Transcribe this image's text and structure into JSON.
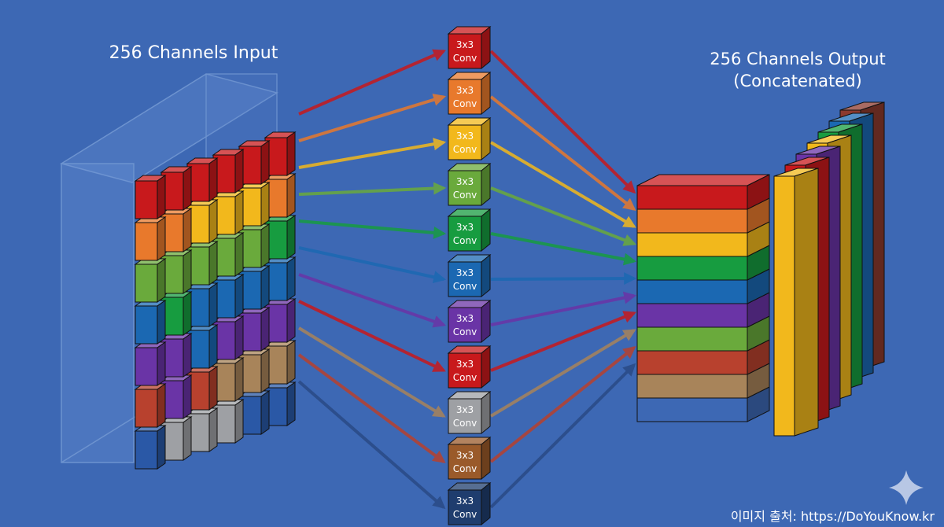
{
  "background": "#3d68b4",
  "input": {
    "title": "256 Channels Input",
    "rows": 7,
    "cols": 6,
    "row_colors": [
      "#c8191c",
      "#e8792c",
      "#f2b81c",
      "#6aaa3c",
      "#179c40",
      "#1b68b2",
      "#6a34a6"
    ],
    "grid_colors": [
      [
        "#c8191c",
        "#c8191c",
        "#c8191c",
        "#c8191c",
        "#c8191c",
        "#c8191c"
      ],
      [
        "#e8792c",
        "#e8792c",
        "#f2b81c",
        "#f2b81c",
        "#f2b81c",
        "#e8792c"
      ],
      [
        "#6aaa3c",
        "#6aaa3c",
        "#6aaa3c",
        "#6aaa3c",
        "#6aaa3c",
        "#179c40"
      ],
      [
        "#1b68b2",
        "#179c40",
        "#1b68b2",
        "#1b68b2",
        "#1b68b2",
        "#1b68b2"
      ],
      [
        "#6a34a6",
        "#6a34a6",
        "#1b68b2",
        "#6a34a6",
        "#6a34a6",
        "#6a34a6"
      ],
      [
        "#b8412e",
        "#6a34a6",
        "#b8412e",
        "#a8845a",
        "#a8845a",
        "#a8845a"
      ],
      [
        "#2a58a6",
        "#9ea0a4",
        "#9ea0a4",
        "#9ea0a4",
        "#2a58a6",
        "#2a58a6"
      ]
    ]
  },
  "convs": [
    {
      "line1": "3x3",
      "line2": "Conv",
      "color": "#c8191c",
      "arrow": "#c8191c"
    },
    {
      "line1": "3x3",
      "line2": "Conv",
      "color": "#e8792c",
      "arrow": "#e8792c"
    },
    {
      "line1": "3x3",
      "line2": "Conv",
      "color": "#f2b81c",
      "arrow": "#f2b81c"
    },
    {
      "line1": "3x3",
      "line2": "Conv",
      "color": "#6aaa3c",
      "arrow": "#6aaa3c"
    },
    {
      "line1": "3x3",
      "line2": "Conv",
      "color": "#179c40",
      "arrow": "#179c40"
    },
    {
      "line1": "3x3",
      "line2": "Conv",
      "color": "#1b68b2",
      "arrow": "#1b68b2"
    },
    {
      "line1": "3x3",
      "line2": "Conv",
      "color": "#6a34a6",
      "arrow": "#6a34a6"
    },
    {
      "line1": "3x3",
      "line2": "Conv",
      "color": "#c8191c",
      "arrow": "#c8191c"
    },
    {
      "line1": "3x3",
      "line2": "Conv",
      "color": "#9ea0a4",
      "arrow": "#a8845a"
    },
    {
      "line1": "3x3",
      "line2": "Conv",
      "color": "#9a5a2a",
      "arrow": "#b8412e"
    },
    {
      "line1": "3x3",
      "line2": "Conv",
      "color": "#1f3d6e",
      "arrow": "#2a4a86"
    }
  ],
  "output": {
    "title_line1": "256 Channels Output",
    "title_line2": "(Concatenated)",
    "stack_colors": [
      "#c8191c",
      "#e8792c",
      "#f2b81c",
      "#179c40",
      "#1b68b2",
      "#6a34a6",
      "#6aaa3c",
      "#b8412e",
      "#a8845a",
      "#3d68b4"
    ],
    "back_layer_colors": [
      "#8c3a2e",
      "#1b68b2",
      "#179c40",
      "#f2b81c",
      "#6a34a6",
      "#c8191c",
      "#f2b81c"
    ]
  },
  "footer": {
    "credit": "이미지 출처: https://DoYouKnow.kr"
  }
}
